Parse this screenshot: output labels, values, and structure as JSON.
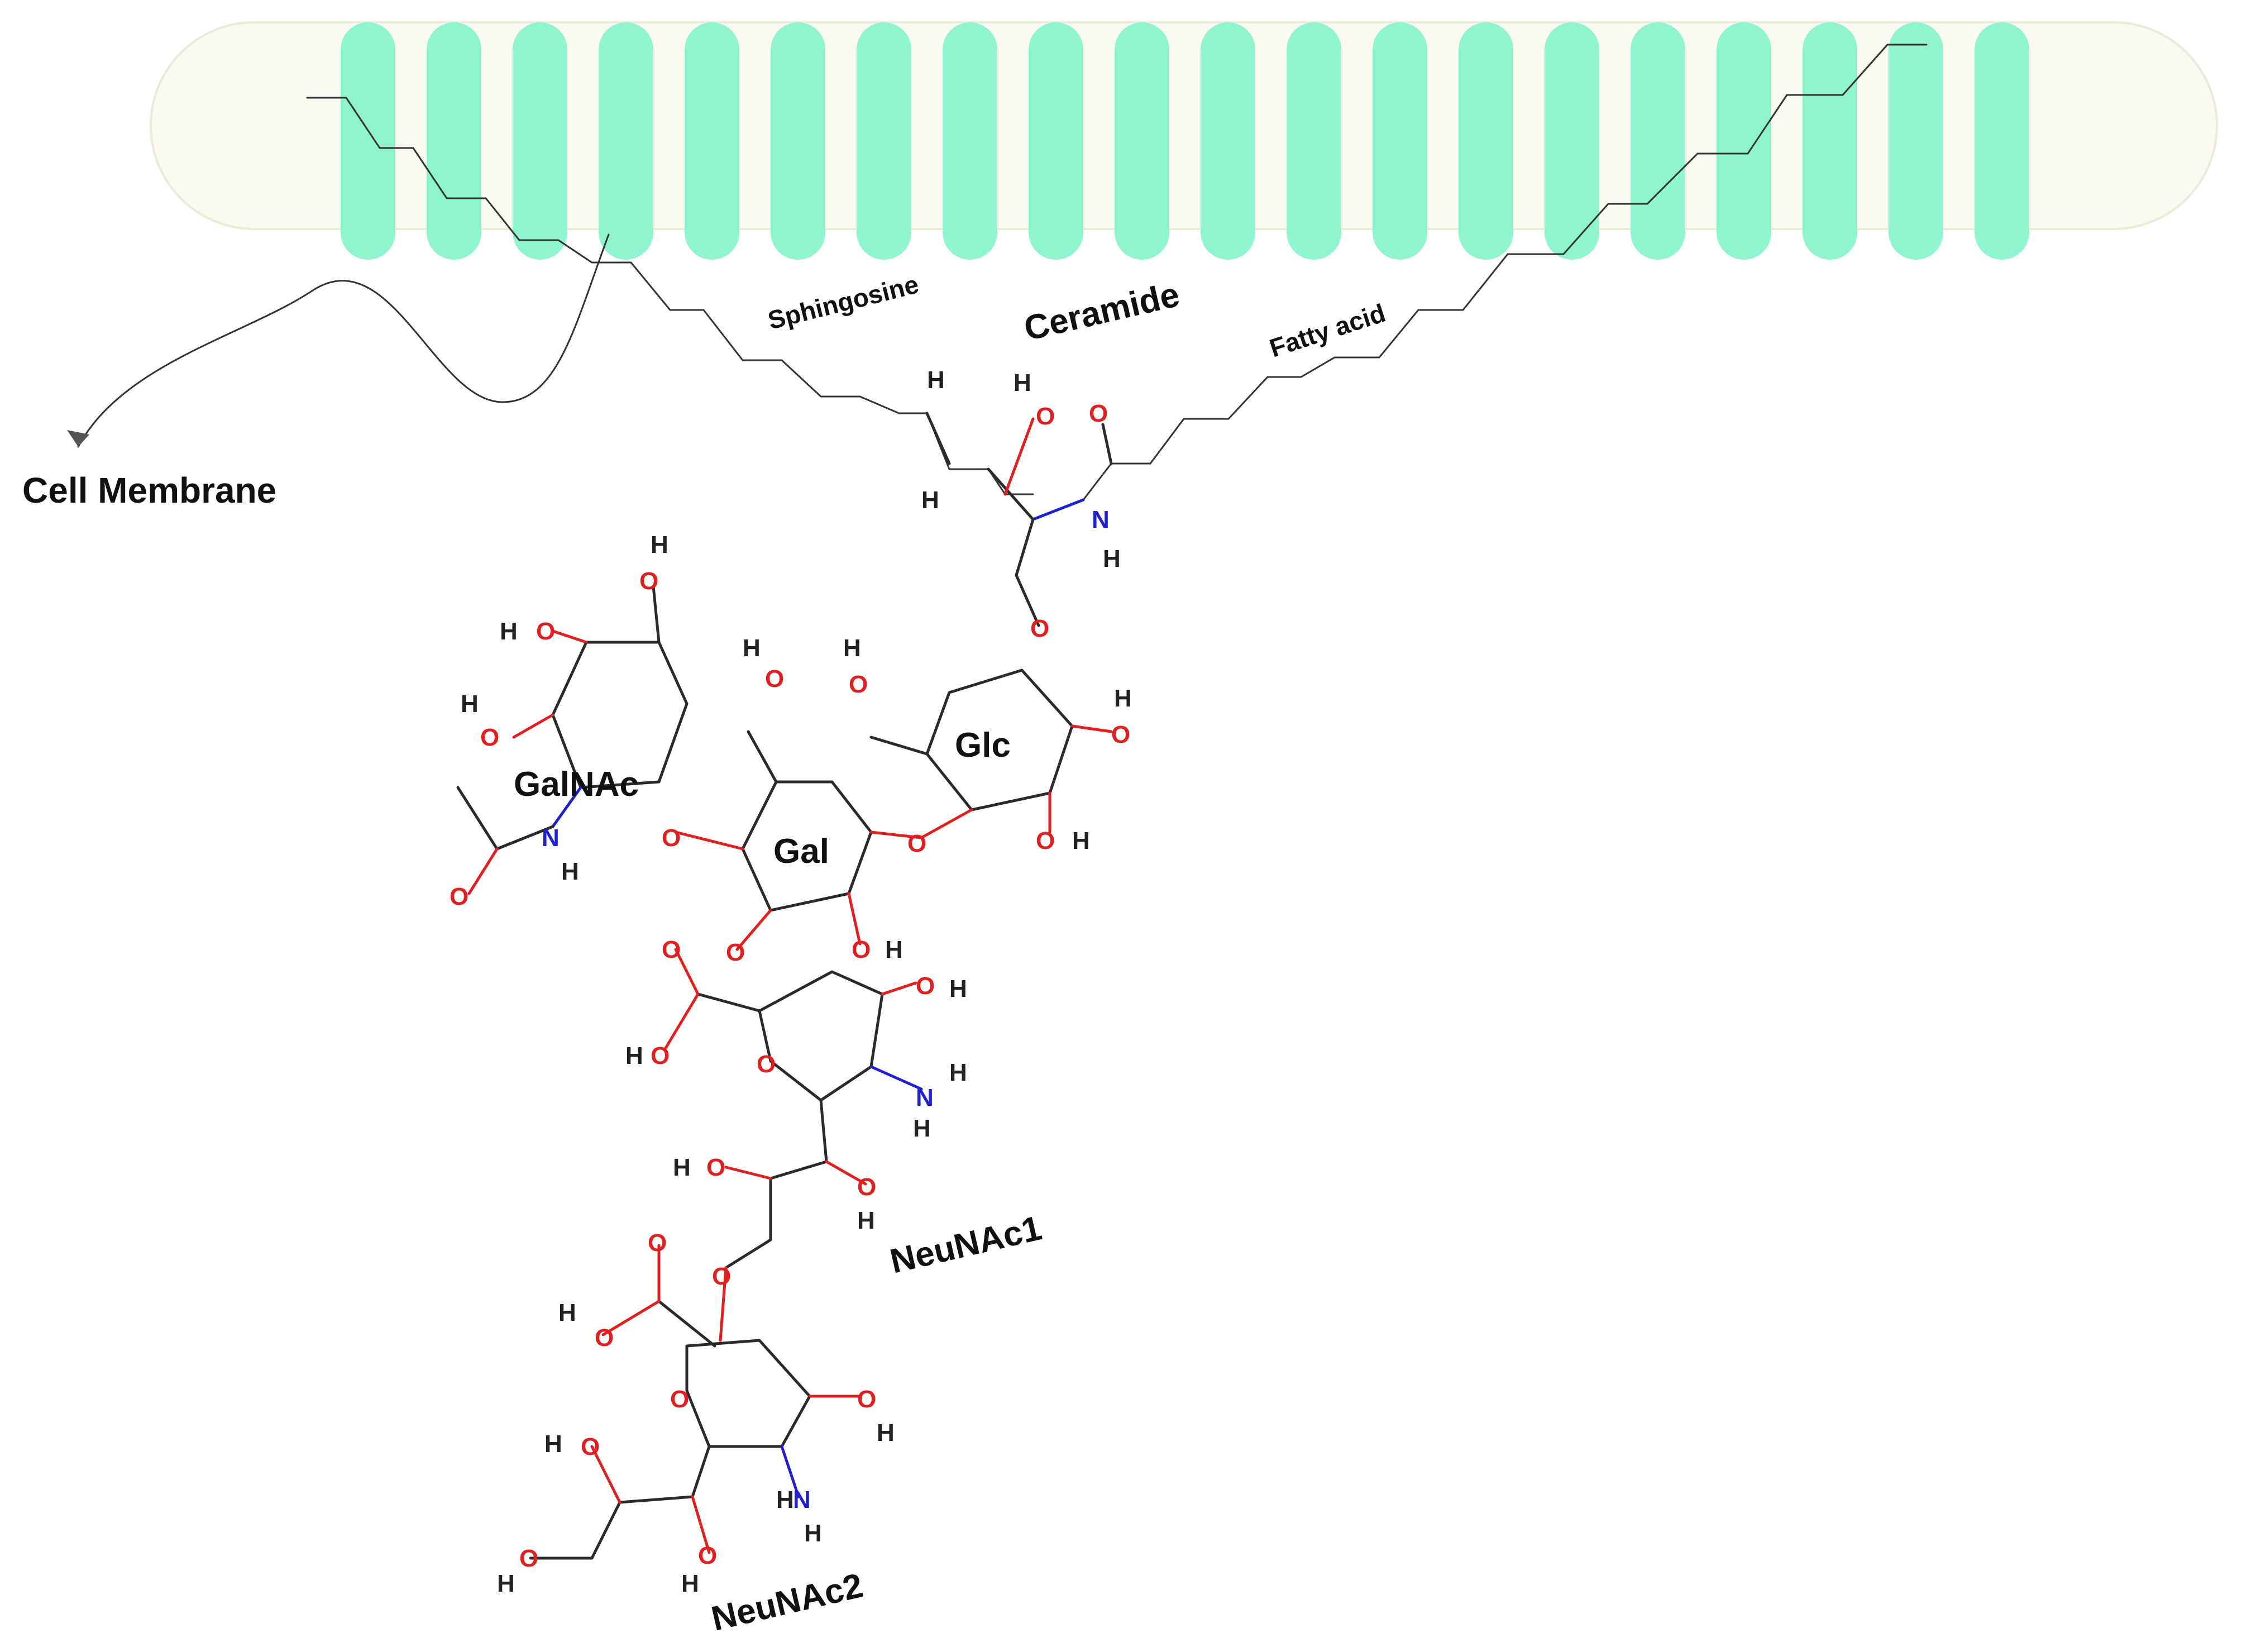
{
  "labels": {
    "cell_membrane": "Cell Membrane",
    "sphingosine": "Sphingosine",
    "ceramide": "Ceramide",
    "fatty_acid": "Fatty acid",
    "glc": "Glc",
    "gal": "Gal",
    "galnac": "GalNAc",
    "neunac1": "NeuNAc1",
    "neunac2": "NeuNAc2"
  },
  "atoms": {
    "H": "H",
    "O": "O",
    "N": "N"
  },
  "colors": {
    "membrane_fill": "#fbfaf0",
    "membrane_stripe": "#8ef5cf",
    "oxygen": "#e02020",
    "nitrogen": "#2020d0",
    "bond": "#2a2a2a",
    "arrow": "#555555"
  }
}
